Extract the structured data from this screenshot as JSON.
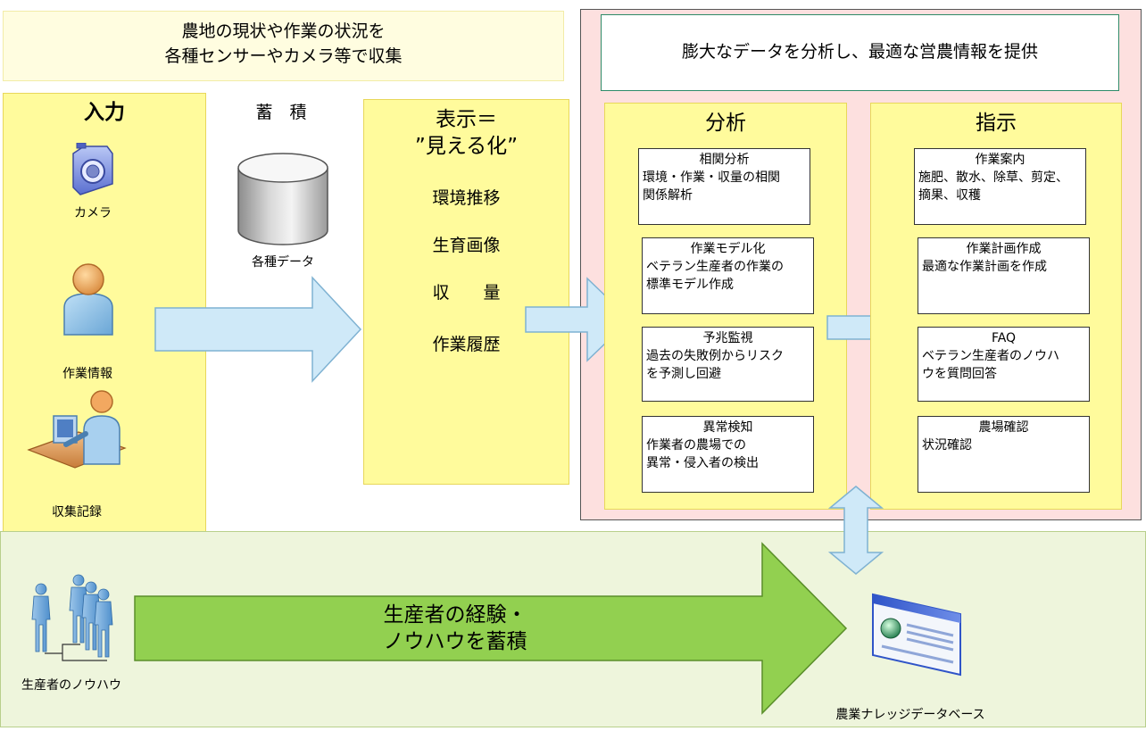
{
  "top_banner": {
    "line1": "農地の現状や作業の状況を",
    "line2": "各種センサーやカメラ等で収集"
  },
  "input": {
    "title": "入力",
    "items": [
      {
        "label": "カメラ"
      },
      {
        "label": "作業情報"
      },
      {
        "label": "収集記録"
      }
    ]
  },
  "storage": {
    "title": "蓄　積",
    "label": "各種データ"
  },
  "display": {
    "title_line1": "表示＝",
    "title_line2": "”見える化”",
    "items": [
      "環境推移",
      "生育画像",
      "収　　量",
      "作業履歴"
    ]
  },
  "analysis_header": "膨大なデータを分析し、最適な営農情報を提供",
  "analysis": {
    "title": "分析",
    "cards": [
      {
        "title": "相関分析",
        "body_lines": [
          "環境・作業・収量の相関",
          "関係解析"
        ]
      },
      {
        "title": "作業モデル化",
        "body_lines": [
          "ベテラン生産者の作業の",
          "標準モデル作成"
        ]
      },
      {
        "title": "予兆監視",
        "body_lines": [
          "過去の失敗例からリスク",
          "を予測し回避"
        ]
      },
      {
        "title": "異常検知",
        "body_lines": [
          "作業者の農場での",
          "異常・侵入者の検出"
        ]
      }
    ]
  },
  "instruction": {
    "title": "指示",
    "cards": [
      {
        "title": "作業案内",
        "body_lines": [
          "施肥、散水、除草、剪定、",
          "摘果、収穫"
        ]
      },
      {
        "title": "作業計画作成",
        "body_lines": [
          "最適な作業計画を作成"
        ]
      },
      {
        "title": "FAQ",
        "body_lines": [
          "ベテラン生産者のノウハ",
          "ウを質問回答"
        ]
      },
      {
        "title": "農場確認",
        "body_lines": [
          "状況確認"
        ]
      }
    ]
  },
  "knowhow": {
    "producers_label": "生産者のノウハウ",
    "arrow_line1": "生産者の経験・",
    "arrow_line2": "ノウハウを蓄積",
    "database_label": "農業ナレッジデータベース"
  }
}
